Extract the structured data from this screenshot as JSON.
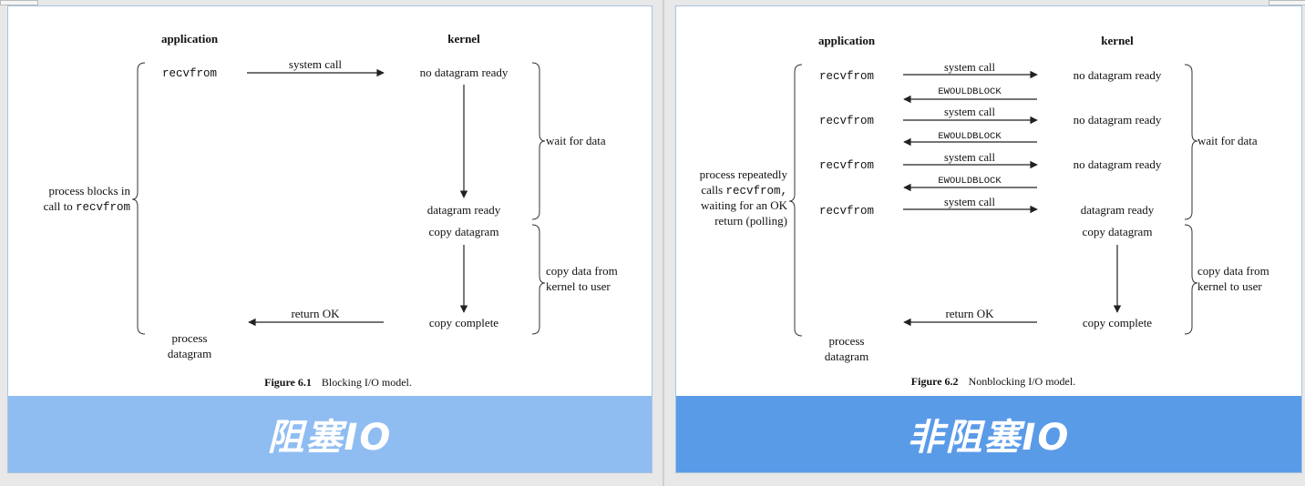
{
  "colors": {
    "banner_left": "#8fbdf2",
    "banner_right": "#5a9be8",
    "panel_border": "#a8c4e0"
  },
  "left": {
    "banner": "阻塞IO",
    "application": "application",
    "kernel": "kernel",
    "recvfrom": "recvfrom",
    "system_call": "system call",
    "no_datagram_ready": "no datagram ready",
    "wait_for_data": "wait for data",
    "process_blocks_line1": "process blocks in",
    "process_blocks_line2_text": "call to",
    "process_blocks_line2_code": "recvfrom",
    "datagram_ready": "datagram ready",
    "copy_datagram": "copy datagram",
    "copy_data_line1": "copy data from",
    "copy_data_line2": "kernel to user",
    "return_ok": "return OK",
    "copy_complete": "copy complete",
    "process_line1": "process",
    "process_line2": "datagram",
    "figure_label": "Figure 6.1",
    "figure_caption": "Blocking I/O model."
  },
  "right": {
    "banner": "非阻塞IO",
    "application": "application",
    "kernel": "kernel",
    "recvfrom": "recvfrom",
    "system_call": "system call",
    "ewouldblock": "EWOULDBLOCK",
    "no_datagram_ready": "no datagram ready",
    "datagram_ready": "datagram ready",
    "wait_for_data": "wait for data",
    "polling_line1": "process repeatedly",
    "polling_line2_text": "calls",
    "polling_line2_code": "recvfrom,",
    "polling_line3": "waiting for an OK",
    "polling_line4": "return (polling)",
    "copy_datagram": "copy datagram",
    "copy_data_line1": "copy data from",
    "copy_data_line2": "kernel to user",
    "return_ok": "return OK",
    "copy_complete": "copy complete",
    "process_line1": "process",
    "process_line2": "datagram",
    "figure_label": "Figure 6.2",
    "figure_caption": "Nonblocking I/O model."
  }
}
